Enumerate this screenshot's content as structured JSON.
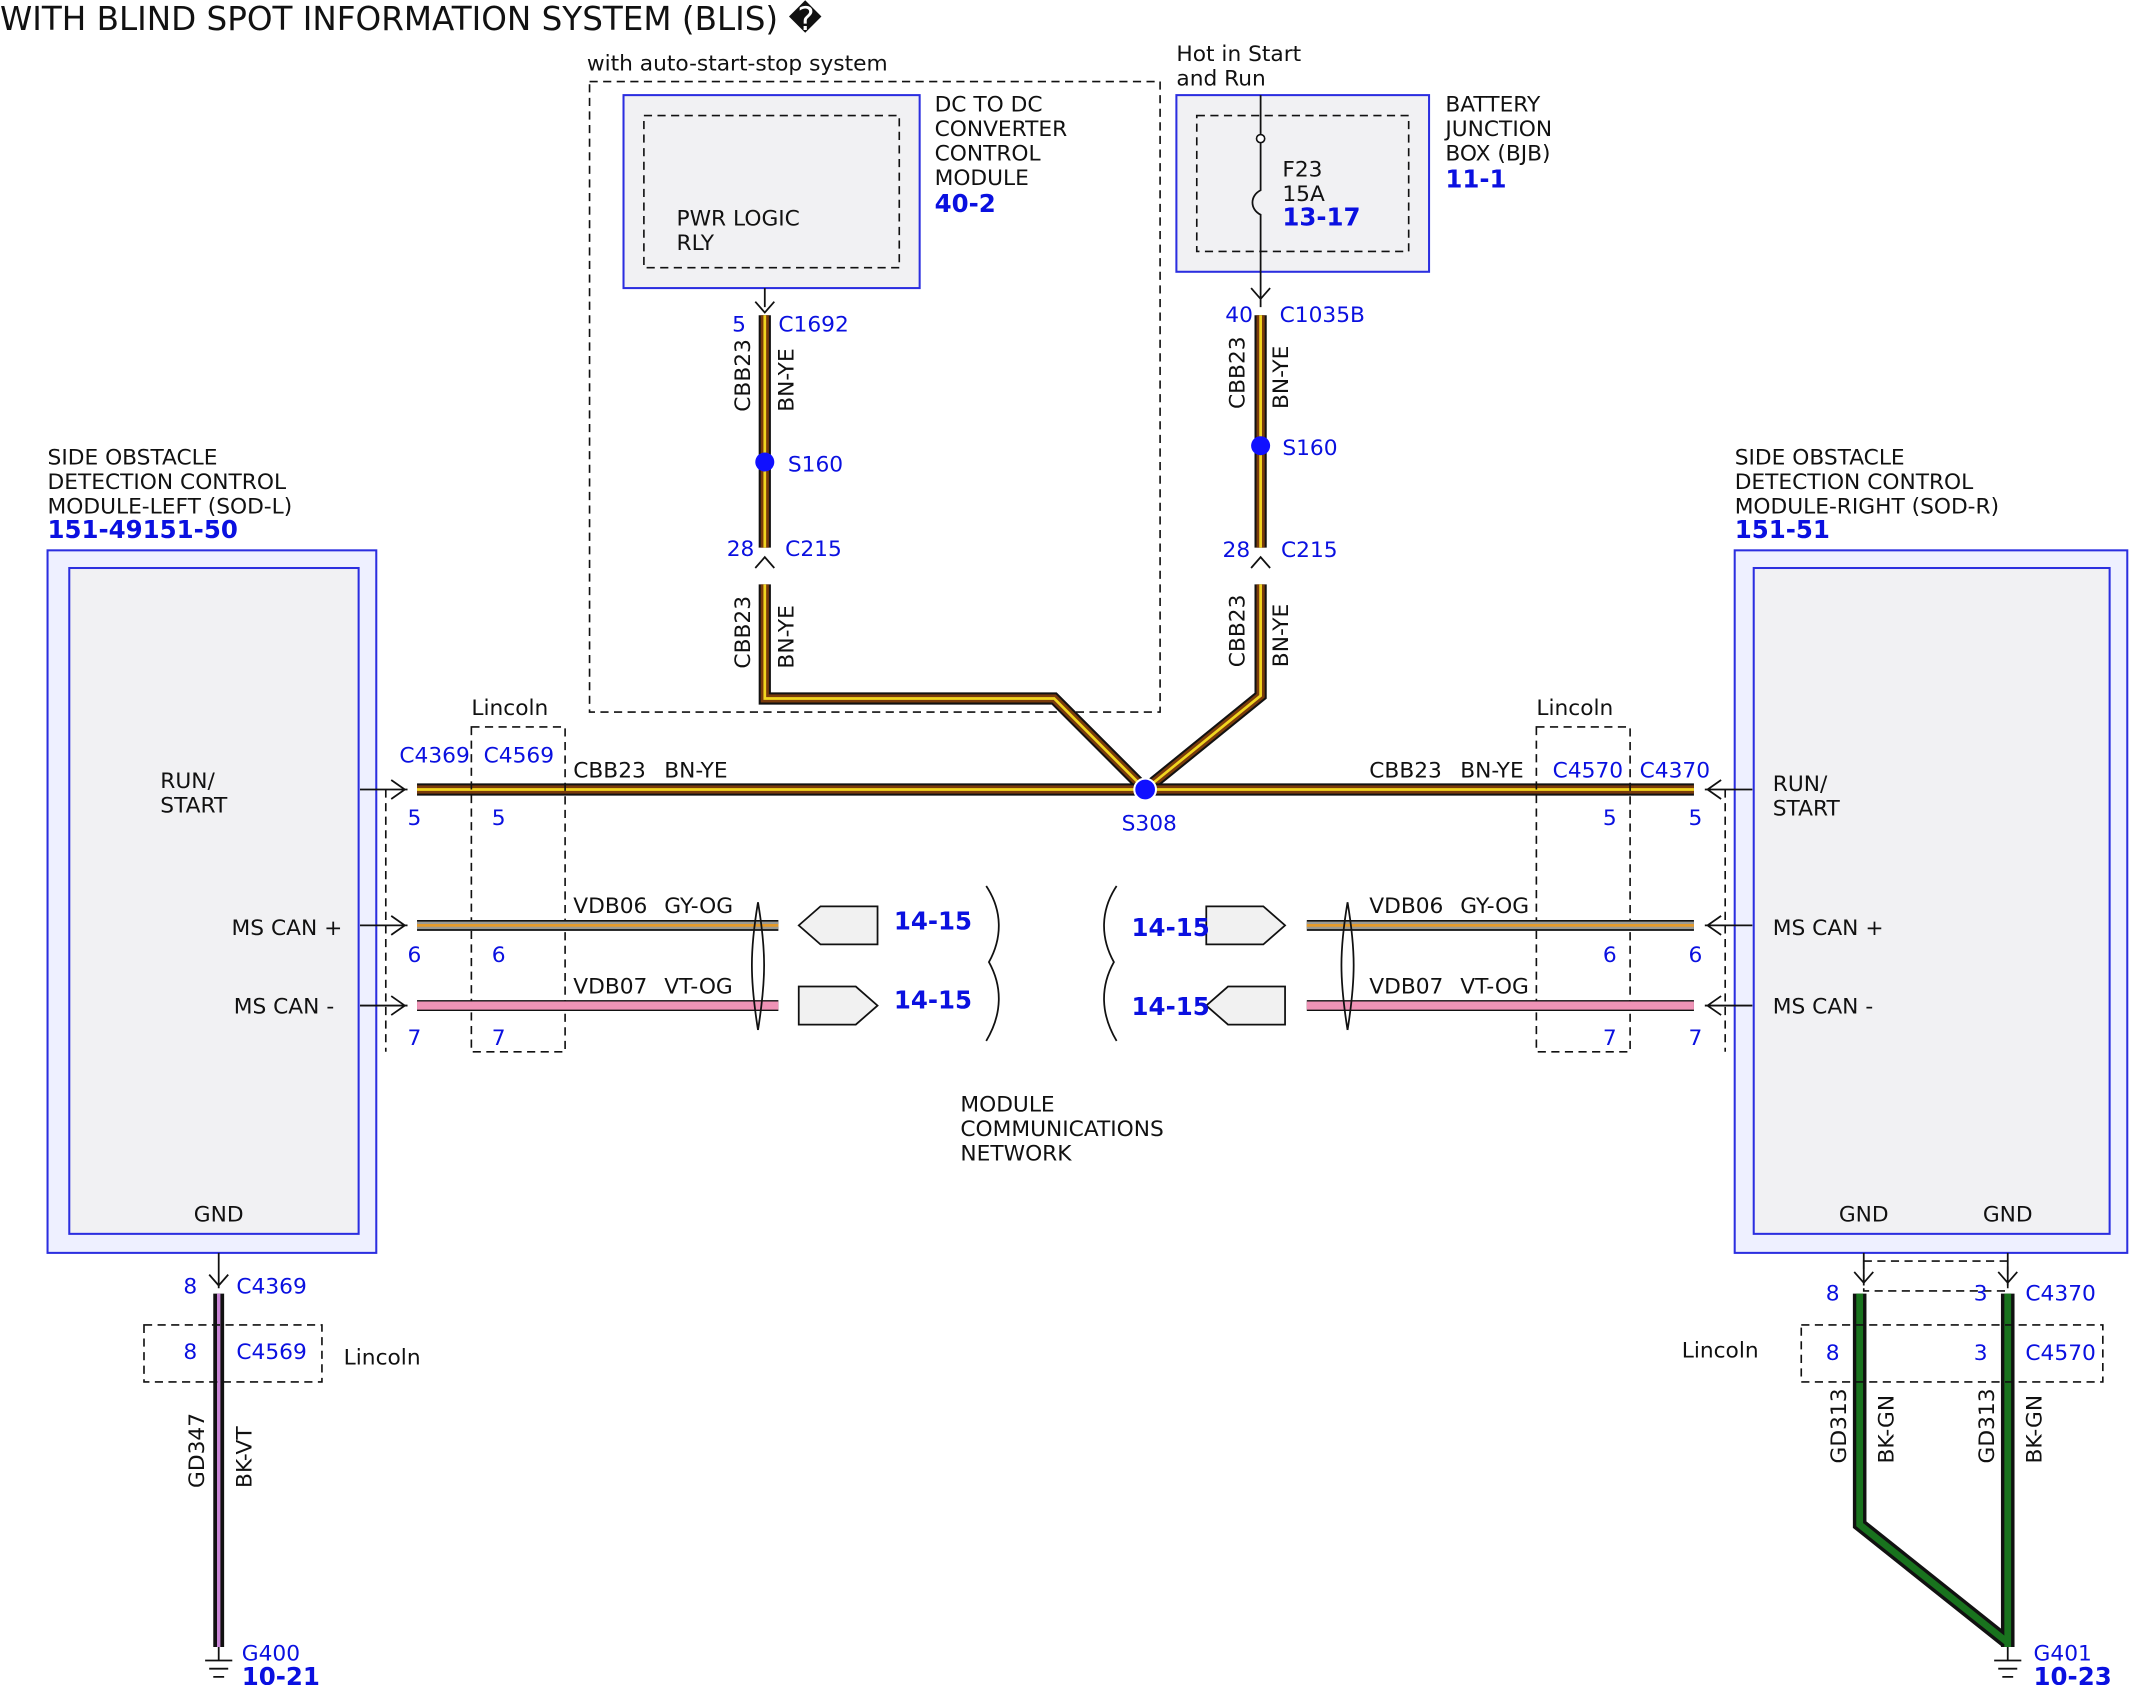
{
  "title": "WITH BLIND SPOT INFORMATION SYSTEM (BLIS) �",
  "colors": {
    "wire_blue_text": "#0a10e0",
    "box_outline": "#2b2ee0",
    "splice_dot": "#1010ff"
  },
  "auto_start_stop": {
    "label": "with auto-start-stop system"
  },
  "dcdc_module": {
    "name_lines": [
      "DC TO DC",
      "CONVERTER",
      "CONTROL",
      "MODULE"
    ],
    "ref": "40-2",
    "inner_lines": [
      "PWR LOGIC",
      "RLY"
    ],
    "pin": "5",
    "connector": "C1692",
    "circuit": "CBB23",
    "color": "BN-YE",
    "splice": "S160",
    "inline_pin": "28",
    "inline_connector": "C215",
    "circuit2": "CBB23",
    "color2": "BN-YE"
  },
  "bjb": {
    "hot_lines": [
      "Hot in Start",
      "and Run"
    ],
    "name_lines": [
      "BATTERY",
      "JUNCTION",
      "BOX (BJB)"
    ],
    "ref": "11-1",
    "fuse_name": "F23",
    "fuse_rating": "15A",
    "fuse_ref": "13-17",
    "pin": "40",
    "connector": "C1035B",
    "circuit": "CBB23",
    "color": "BN-YE",
    "splice": "S160",
    "inline_pin": "28",
    "inline_connector": "C215",
    "circuit2": "CBB23",
    "color2": "BN-YE"
  },
  "splice_main": "S308",
  "left_module": {
    "name_lines": [
      "SIDE OBSTACLE",
      "DETECTION CONTROL",
      "MODULE-LEFT (SOD-L)"
    ],
    "ref": "151-49151-50",
    "run_start_lines": [
      "RUN/",
      "START"
    ],
    "ms_can_plus": "MS CAN +",
    "ms_can_minus": "MS CAN -",
    "gnd": "GND",
    "connector": "C4369",
    "lincoln_label": "Lincoln",
    "lincoln_connector": "C4569",
    "pins": [
      "5",
      "6",
      "7"
    ],
    "lincoln_pins": [
      "5",
      "6",
      "7"
    ],
    "run_circuit": "CBB23",
    "run_color": "BN-YE",
    "can_plus_circuit": "VDB06",
    "can_plus_color": "GY-OG",
    "can_minus_circuit": "VDB07",
    "can_minus_color": "VT-OG",
    "network_refs": [
      "14-15",
      "14-15"
    ],
    "gnd_pin": "8",
    "gnd_connector": "C4369",
    "gnd_lincoln_pin": "8",
    "gnd_lincoln_connector": "C4569",
    "gnd_lincoln_label": "Lincoln",
    "gnd_circuit": "GD347",
    "gnd_color": "BK-VT",
    "ground": "G400",
    "ground_ref": "10-21"
  },
  "right_module": {
    "name_lines": [
      "SIDE OBSTACLE",
      "DETECTION CONTROL",
      "MODULE-RIGHT (SOD-R)"
    ],
    "ref": "151-51",
    "run_start_lines": [
      "RUN/",
      "START"
    ],
    "ms_can_plus": "MS CAN +",
    "ms_can_minus": "MS CAN -",
    "gnd1": "GND",
    "gnd2": "GND",
    "connector": "C4370",
    "lincoln_label": "Lincoln",
    "lincoln_connector": "C4570",
    "pins": [
      "5",
      "6",
      "7"
    ],
    "lincoln_pins": [
      "5",
      "6",
      "7"
    ],
    "run_circuit": "CBB23",
    "run_color": "BN-YE",
    "can_plus_circuit": "VDB06",
    "can_plus_color": "GY-OG",
    "can_minus_circuit": "VDB07",
    "can_minus_color": "VT-OG",
    "network_refs": [
      "14-15",
      "14-15"
    ],
    "gnd_pins": [
      "8",
      "3"
    ],
    "gnd_connector": "C4370",
    "gnd_lincoln_pins": [
      "8",
      "3"
    ],
    "gnd_lincoln_connector": "C4570",
    "gnd_lincoln_label": "Lincoln",
    "gnd_circuit": "GD313",
    "gnd_color": "BK-GN",
    "gnd_circuit2": "GD313",
    "gnd_color2": "BK-GN",
    "ground": "G401",
    "ground_ref": "10-23"
  },
  "network_label_lines": [
    "MODULE",
    "COMMUNICATIONS",
    "NETWORK"
  ]
}
